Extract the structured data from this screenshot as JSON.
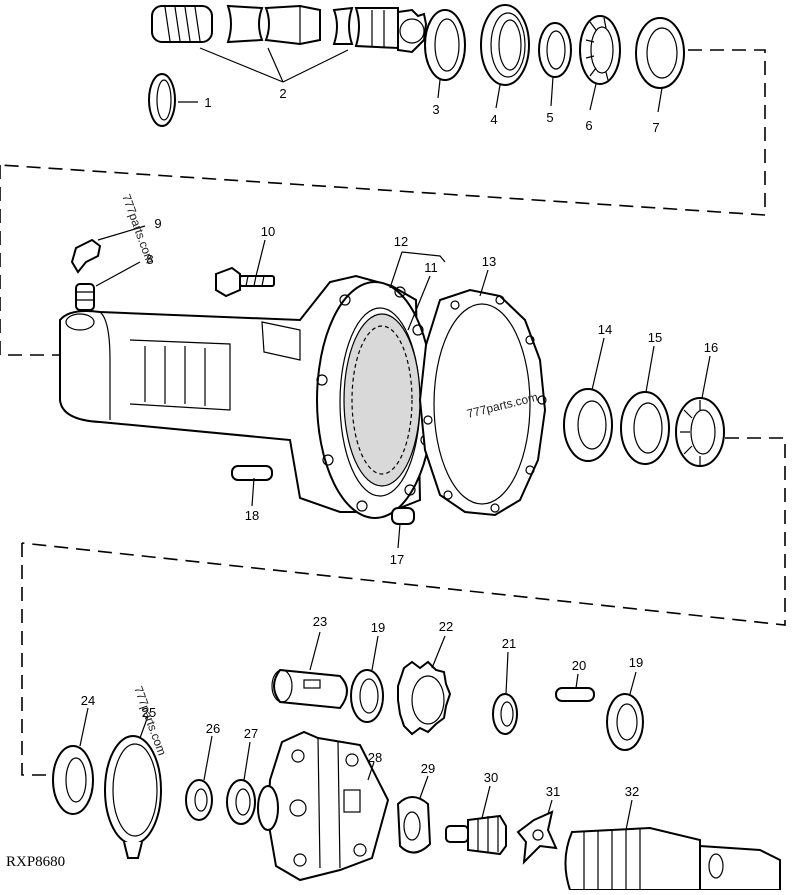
{
  "diagram_code": "RXP8680",
  "watermarks": [
    "777parts.com",
    "777parts.com",
    "777parts.com"
  ],
  "callouts": [
    "1",
    "2",
    "3",
    "4",
    "5",
    "6",
    "7",
    "8",
    "9",
    "10",
    "11",
    "12",
    "13",
    "14",
    "15",
    "16",
    "17",
    "18",
    "19",
    "19",
    "20",
    "21",
    "22",
    "23",
    "24",
    "25",
    "26",
    "27",
    "28",
    "29",
    "30",
    "31",
    "32"
  ]
}
